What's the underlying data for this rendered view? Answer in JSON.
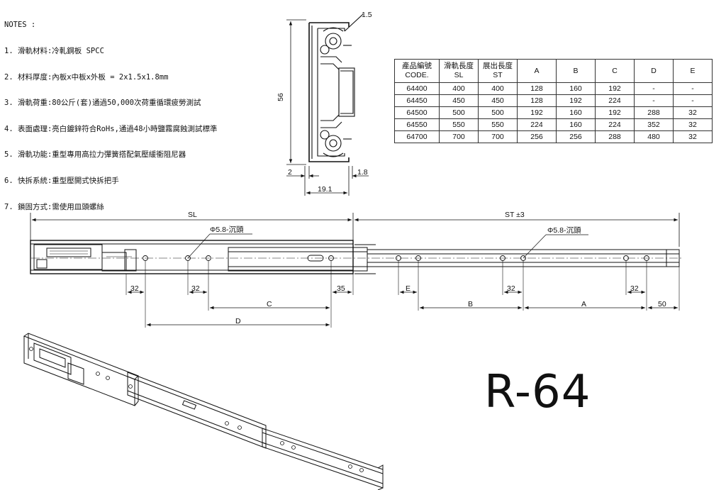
{
  "notes": {
    "heading": "NOTES :",
    "items": [
      "1. 滑軌材料:冷軋鋼板 SPCC",
      "2. 材料厚度:內板x中板x外板 = 2x1.5x1.8mm",
      "3. 滑軌荷重:80公斤(套)通過50,000次荷重循環疲勞測試",
      "4. 表面處理:亮白鍍鋅符合RoHs,通過48小時鹽霧腐蝕測試標準",
      "5. 滑軌功能:重型專用高拉力彈簧搭配氣壓緩衝阻尼器",
      "6. 快拆系統:重型壓開式快拆把手",
      "7. 鎖固方式:需使用皿頭螺絲"
    ]
  },
  "cross_section": {
    "top_thickness": "1.5",
    "height": "56",
    "left_thickness": "2",
    "right_thickness": "1.8",
    "width": "19.1"
  },
  "spec_table": {
    "headers": [
      [
        "產品編號",
        "CODE."
      ],
      [
        "滑軌長度",
        "SL"
      ],
      [
        "展出長度",
        "ST"
      ],
      [
        "A"
      ],
      [
        "B"
      ],
      [
        "C"
      ],
      [
        "D"
      ],
      [
        "E"
      ]
    ],
    "rows": [
      [
        "64400",
        "400",
        "400",
        "128",
        "160",
        "192",
        "-",
        "-"
      ],
      [
        "64450",
        "450",
        "450",
        "128",
        "192",
        "224",
        "-",
        "-"
      ],
      [
        "64500",
        "500",
        "500",
        "192",
        "160",
        "192",
        "288",
        "32"
      ],
      [
        "64550",
        "550",
        "550",
        "224",
        "160",
        "224",
        "352",
        "32"
      ],
      [
        "64700",
        "700",
        "700",
        "256",
        "256",
        "288",
        "480",
        "32"
      ]
    ]
  },
  "side_view": {
    "sl_label": "SL",
    "st_label": "ST ±3",
    "hole_left": "Φ5.8-沉頭",
    "hole_right": "Φ5.8-沉頭",
    "dim_32_a": "32",
    "dim_32_b": "32",
    "dim_35": "35",
    "dim_c": "C",
    "dim_d": "D",
    "dim_e": "E",
    "dim_32_c": "32",
    "dim_b": "B",
    "dim_a": "A",
    "dim_32_d": "32",
    "dim_50": "50"
  },
  "model": "R-64"
}
